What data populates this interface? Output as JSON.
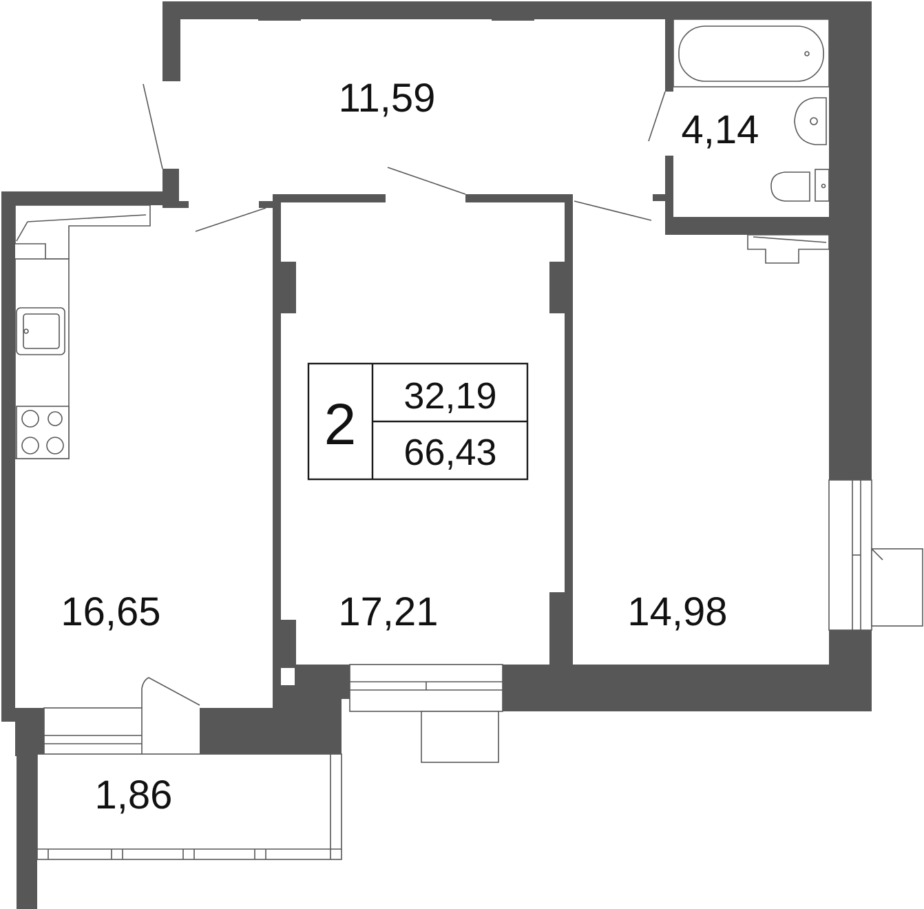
{
  "summary": {
    "rooms": "2",
    "living_area": "32,19",
    "total_area": "66,43"
  },
  "rooms": {
    "hallway": "11,59",
    "bathroom": "4,14",
    "kitchen_living": "16,65",
    "bedroom_middle": "17,21",
    "bedroom_right": "14,98",
    "balcony": "1,86"
  },
  "colors": {
    "wall": "#575757",
    "text": "#111111",
    "background": "#ffffff"
  }
}
